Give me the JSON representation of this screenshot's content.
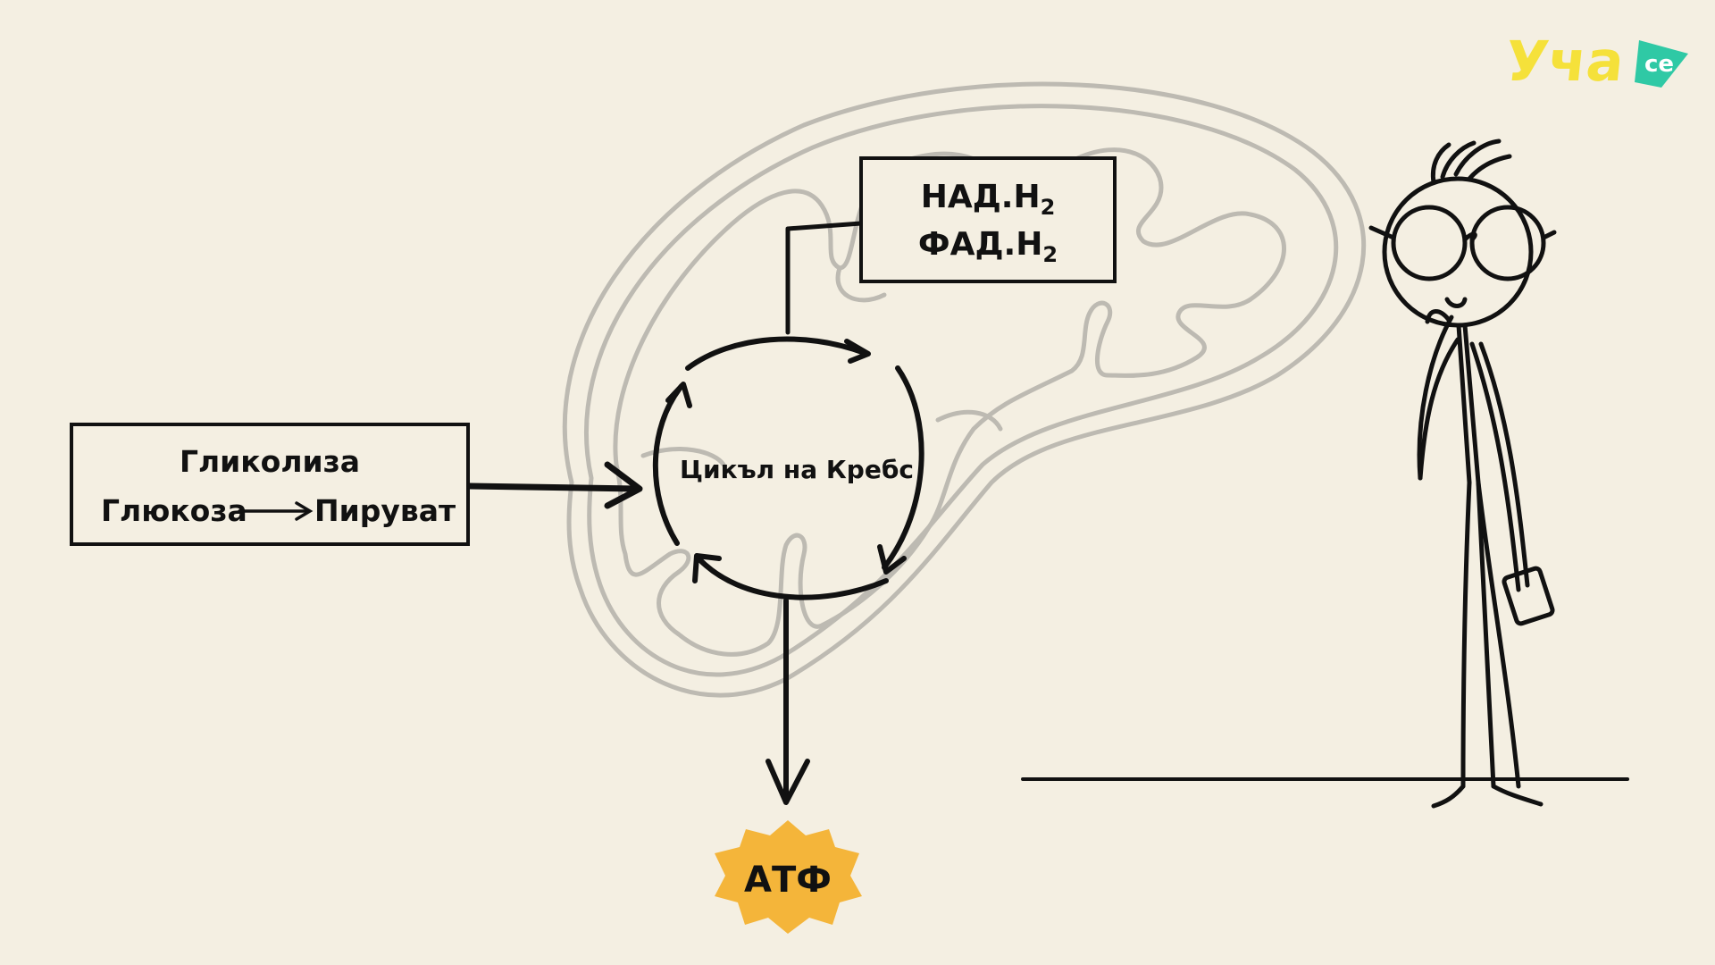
{
  "logo": {
    "text": "Уча",
    "badge": "се",
    "color_text": "#f5e13a",
    "color_badge": "#2fc9a5"
  },
  "glycolysis": {
    "title": "Гликолиза",
    "from": "Глюкоза",
    "to": "Пируват"
  },
  "krebs": {
    "label": "Цикъл на Кребс"
  },
  "reduced_carriers": {
    "nad_text": "НАД.Н",
    "nad_sub": "2",
    "fad_text": "ФАД.Н",
    "fad_sub": "2"
  },
  "product": {
    "label": "АТФ",
    "color": "#f4b53a"
  },
  "colors": {
    "background": "#f4efe2",
    "ink": "#111111",
    "mitochondrion": "#bdbab2"
  }
}
